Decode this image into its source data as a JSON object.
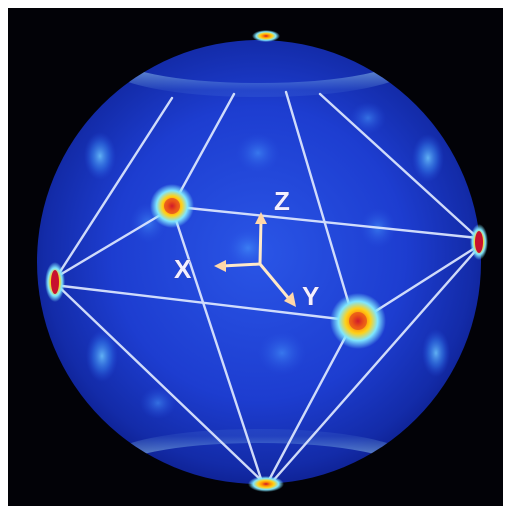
{
  "figure": {
    "axes": [
      {
        "label": "Z"
      },
      {
        "label": "X"
      },
      {
        "label": "Y"
      }
    ],
    "colors": {
      "background": "#020207",
      "sphere_center": "#2a55e6",
      "sphere_edge": "#0c1d8a",
      "lines": "#dfe9ff",
      "spot_core": "#c8102e",
      "spot_mid": "#ffd21a",
      "spot_halo": "#7fe6ff"
    }
  }
}
